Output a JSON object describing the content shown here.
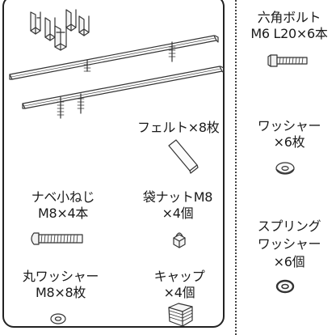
{
  "parts": {
    "felt": {
      "label": "フェルト×8枚"
    },
    "pan_screw": {
      "name": "ナベ小ねじ",
      "spec": "M8×4本"
    },
    "cap_nut": {
      "name": "袋ナットM8",
      "spec": "×4個"
    },
    "round_washer": {
      "name": "丸ワッシャー",
      "spec": "M8×8枚"
    },
    "cap": {
      "name": "キャップ",
      "spec": "×4個"
    },
    "hex_bolt": {
      "name": "六角ボルト",
      "spec": "M6 L20×6本"
    },
    "washer": {
      "name": "ワッシャー",
      "spec": "×6枚"
    },
    "spring_washer": {
      "name1": "スプリング",
      "name2": "ワッシャー",
      "spec": "×6個"
    }
  }
}
